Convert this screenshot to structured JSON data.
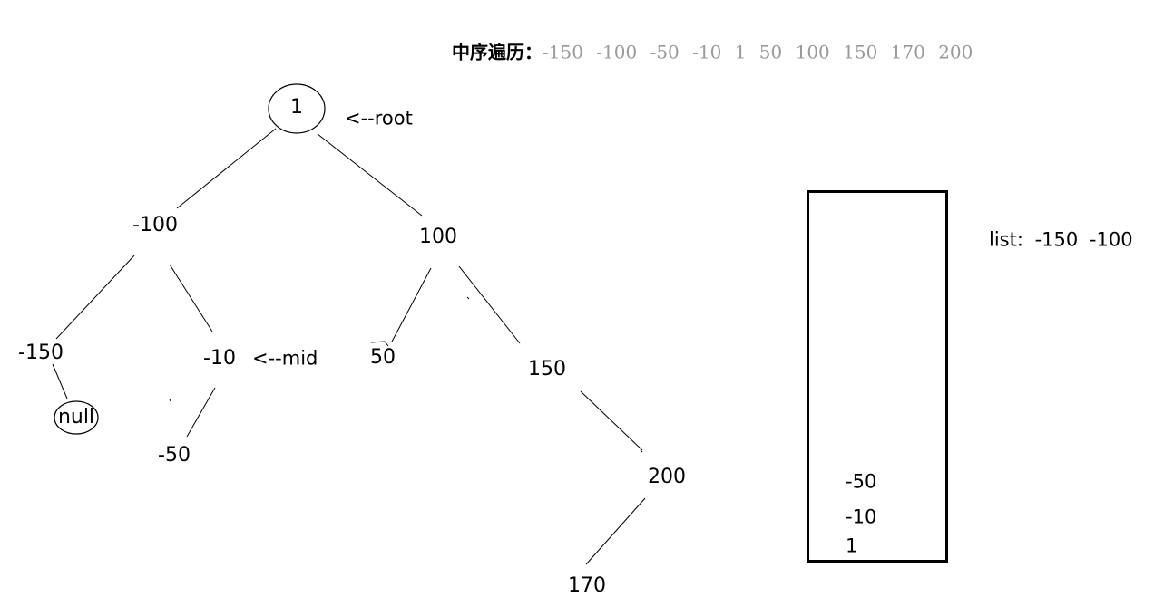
{
  "inorder": {
    "label": "中序遍历：",
    "sequence": "-150   -100   -50   -10  1   50   100   150   170  200"
  },
  "tree": {
    "nodes": {
      "root": "1",
      "left": "-100",
      "right": "100",
      "left_left": "-150",
      "left_left_child": "null",
      "left_right": "-10",
      "left_right_child": "-50",
      "right_left": "50",
      "right_right": "150",
      "right_right_right": "200",
      "right_right_right_left": "170"
    },
    "pointers": {
      "root": "<--root",
      "mid": "<--mid"
    }
  },
  "stack": {
    "items": [
      "-50",
      "-10",
      "1"
    ]
  },
  "list": {
    "text": "list:  -150   -100"
  }
}
